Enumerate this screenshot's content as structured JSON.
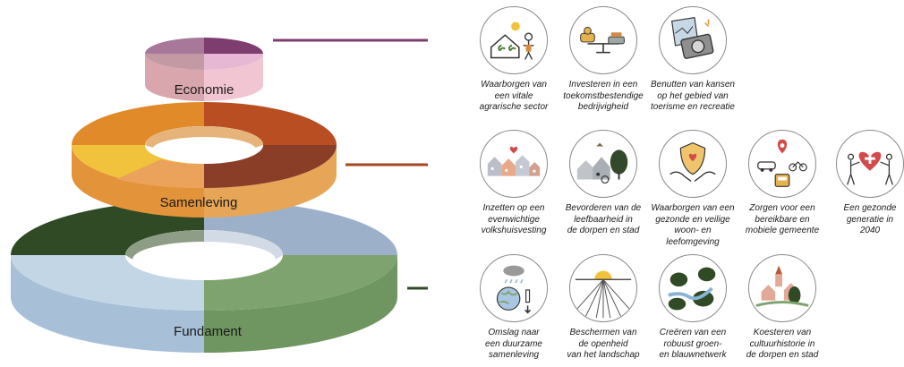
{
  "layers": [
    {
      "label": "Economie",
      "color": "#7d3d6e"
    },
    {
      "label": "Samenleving",
      "color": "#a8451f"
    },
    {
      "label": "Fundament",
      "color": "#2f4a25"
    }
  ],
  "rows": [
    {
      "layer": "Economie",
      "items": [
        {
          "icon": "farm-icon",
          "lines": [
            "Waarborgen van",
            "een vitale",
            "agrarische sector"
          ]
        },
        {
          "icon": "business-investment-icon",
          "lines": [
            "Investeren in een",
            "toekomstbestendige",
            "bedrijvigheid"
          ]
        },
        {
          "icon": "tourism-camera-icon",
          "lines": [
            "Benutten van kansen",
            "op het gebied van",
            "toerisme en recreatie"
          ]
        }
      ]
    },
    {
      "layer": "Samenleving",
      "items": [
        {
          "icon": "housing-icon",
          "lines": [
            "Inzetten op een",
            "evenwichtige",
            "volkshuisvesting"
          ]
        },
        {
          "icon": "village-liveability-icon",
          "lines": [
            "Bevorderen van de",
            "leefbaarheid in",
            "de dorpen en stad"
          ]
        },
        {
          "icon": "safety-shield-icon",
          "lines": [
            "Waarborgen van een",
            "gezonde en veilige",
            "woon- en leefomgeving"
          ]
        },
        {
          "icon": "mobility-icon",
          "lines": [
            "Zorgen voor een",
            "bereikbare en",
            "mobiele gemeente"
          ]
        },
        {
          "icon": "healthy-generation-icon",
          "lines": [
            "Een gezonde",
            "generatie in",
            "2040"
          ]
        }
      ]
    },
    {
      "layer": "Fundament",
      "items": [
        {
          "icon": "climate-icon",
          "lines": [
            "Omslag naar",
            "een duurzame",
            "samenleving"
          ]
        },
        {
          "icon": "open-landscape-icon",
          "lines": [
            "Beschermen van",
            "de openheid",
            "van het landschap"
          ]
        },
        {
          "icon": "green-blue-network-icon",
          "lines": [
            "Creëren van een",
            "robuust groen-",
            "en blauwnetwerk"
          ]
        },
        {
          "icon": "cultural-history-icon",
          "lines": [
            "Koesteren van",
            "cultuurhistorie in",
            "de dorpen en stad"
          ]
        }
      ]
    }
  ]
}
